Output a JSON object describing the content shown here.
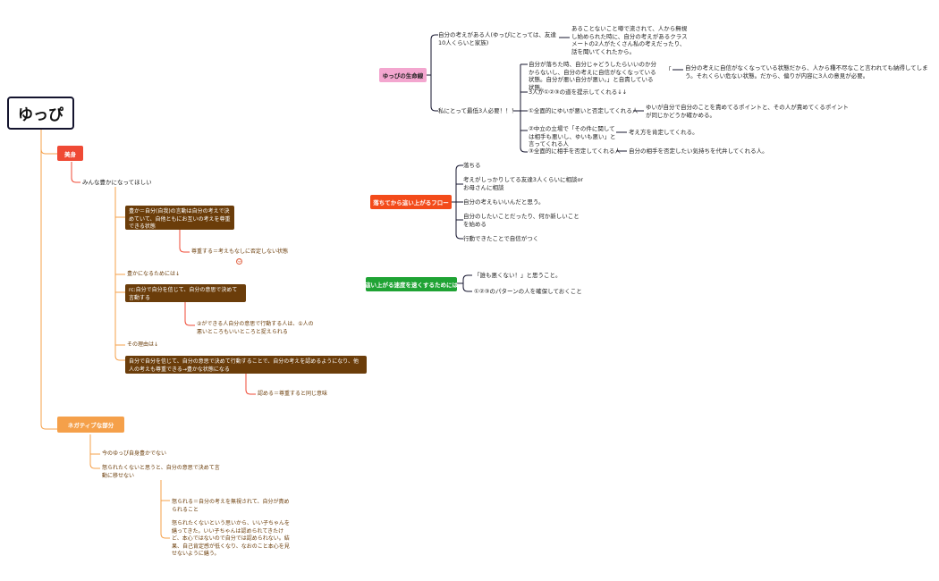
{
  "root": {
    "label": "ゆっぴ"
  },
  "colors": {
    "red": "#ef4a35",
    "orange": "#f5a04a",
    "brown": "#6b3d0a",
    "pink": "#f3a6cf",
    "orangeRed": "#f34b1a",
    "green": "#1fa334",
    "navy": "#14142e"
  },
  "left": {
    "beauty": {
      "label": "美身",
      "child": "みんな豊かになってほしい",
      "box1": "豊か＝自分(自我)の言動は自分の考えで決めていて、自他ともにお互いの考えを尊重できる状態",
      "respect": "尊重する＝考えもなしに否定しない状態",
      "smile": "☺",
      "how": "豊かになるためには↓",
      "box2": "rc:自分で自分を信じて、自分の意思で決めて言動する",
      "box2_child": "②ができる人自分の意思で行動する人は、①人の悪いところもいいところと捉えられる",
      "reason": "その理由は↓",
      "box3": "自分で自分を信じて、自分の意思で決めて行動することで、自分の考えを認めるようになり、他人の考えも尊重できる→豊かな状態になる",
      "box3_child": "認める＝尊重すると同じ意味"
    },
    "negative": {
      "label": "ネガティブな部分",
      "item1": "今のゆっぴ自身豊かでない",
      "item2": "怒られたくないと思うと、自分の意思で決めて言動に移せない",
      "sub1": "怒られる＝自分の考えを無視されて、自分が責められること",
      "sub2": "怒られたくないという思いから、いい子ちゃんを繕ってきた。いい子ちゃんは認められてきたけど、本心ではないので自分では認められない。結果、自己肯定感が低くなり、なおのこと本心を見せないように繕う。"
    }
  },
  "right": {
    "survival": {
      "label": "ゆっぴの生命線",
      "a": "自分の考えがある人(ゆっぴにとっては、友達10人くらいと家族)",
      "a_child": "あることないこと噂で流されて、人から無視し始められた時に、自分の考えがあるクラスメートの2人がたくさん私の考えだったり、話を聞いてくれたから。",
      "b": "私にとって最低3人必要！！！",
      "b1": "自分が落ちた時、自分じゃどうしたらいいのか分からないし、自分の考えに自信がなくなっている状態。自分が悪い自分が悪い。」と自責している状態。",
      "b1_quote": "「",
      "b1_child": "自分の考えに自信がなくなっている状態だから、人から種不尽なこと言われても納得してしまう。それくらい危ない状態。だから、偏りが内容に3人の意見が必要。",
      "b2": "3人が①②③の道を提示してくれる↓↓",
      "b3": "①全面的にゆいが悪いと否定してくれる人",
      "b3_child": "ゆいが自分で自分のことを責めてるポイントと、その人が責めてくるポイントが同じかどうか確かめる。",
      "b4": "②中立の立場で「その件に関しては相手も悪いし、ゆいも悪い」と言ってくれる人",
      "b4_child": "考え方を肯定してくれる。",
      "b5": "③全面的に相手を否定してくれる人",
      "b5_child": "自分の相手を否定したい気持ちを代弁してくれる人。"
    },
    "recovery": {
      "label": "落ちてから這い上がるフロー",
      "steps": [
        "落ちる",
        "考えがしっかりしてる友達3人くらいに相談or お母さんに相談",
        "自分の考えもいいんだと思う。",
        "自分のしたいことだったり、何か新しいことを始める",
        "行動できたことで自信がつく"
      ]
    },
    "speed": {
      "label": "這い上がる速度を速くするためには",
      "a": "「誰も悪くない！」と思うこと。",
      "b": "①②③のパターンの人を確保しておくこと"
    }
  }
}
